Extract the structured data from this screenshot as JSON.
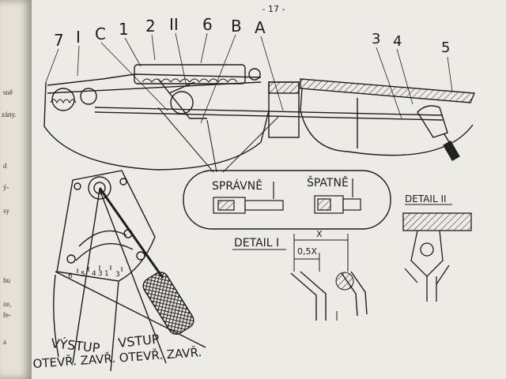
{
  "page_number": "- 17 -",
  "top_labels": [
    "7",
    "I",
    "C",
    "1",
    "2",
    "II",
    "6",
    "B",
    "A"
  ],
  "right_labels": [
    "3",
    "4",
    "5"
  ],
  "correct_label": "SPRÁVNĚ",
  "wrong_label": "ŠPATNĚ",
  "detail1_label": "DETAIL I",
  "detail2_label": "DETAIL II",
  "dim_x": "X",
  "dim_half_x": "0,5X",
  "scale_numbers": [
    "6",
    "5",
    "4",
    "3",
    "1",
    "3"
  ],
  "vystup": "VÝSTUP",
  "vstup": "VSTUP",
  "bottom_text": "OTEVŘ. ZAVŘ. OTEVŘ. ZAVŘ.",
  "left_page_fragments": [
    "sně",
    "zány.",
    "d",
    "ý-",
    "sy",
    "hu",
    "ze,",
    "ře-",
    "a"
  ]
}
